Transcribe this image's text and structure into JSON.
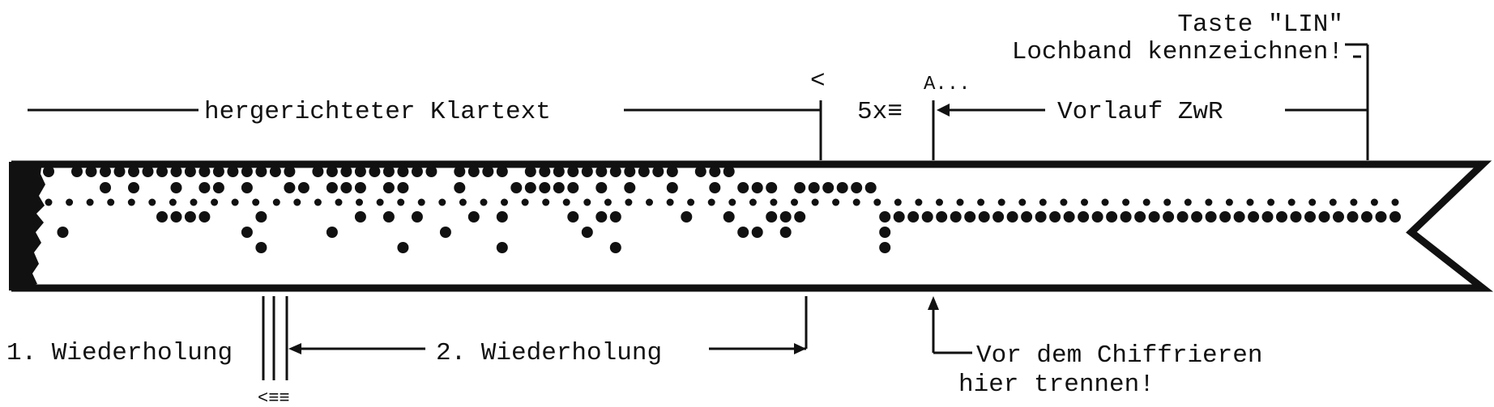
{
  "labels": {
    "taste_lin": "Taste \"LIN\"",
    "mark_tape": "Lochband kennzeichnen!",
    "plaintext": "hergerichteter Klartext",
    "lt_symbol": "<",
    "a_symbol": "A...",
    "five_x": "5x≡",
    "leader": "Vorlauf ZwR",
    "repeat_1": "1. Wiederholung",
    "repeat_2": "2. Wiederholung",
    "cut_line1": "Vor dem Chiffrieren",
    "cut_line2": "hier trennen!",
    "separator_symbol": "<≡≡"
  },
  "tape": {
    "channels": 5,
    "sprocket_holes": 66,
    "columns": [
      "0",
      "3",
      "0",
      "0",
      "01",
      "0",
      "01",
      "0",
      "02",
      "012",
      "02",
      "012",
      "01",
      "0",
      "013",
      "024",
      "0",
      "01",
      "1",
      "0",
      "013",
      "01",
      "012",
      "0",
      "012",
      "014",
      "02",
      "0",
      "3",
      "01",
      "02",
      "0",
      "024",
      "1",
      "01",
      "01",
      "01",
      "012",
      "03",
      "012",
      "024",
      "01",
      "0",
      "0",
      "01",
      "2",
      "0",
      "01",
      "02",
      "13",
      "13",
      "12",
      "23",
      "12",
      "1",
      "1",
      "1",
      "1",
      "1",
      "234",
      "2",
      "2",
      "2",
      "2",
      "2",
      "2",
      "2",
      "2",
      "2",
      "2",
      "2",
      "2",
      "2",
      "2",
      "2",
      "2",
      "2",
      "2",
      "2",
      "2",
      "2",
      "2",
      "2",
      "2",
      "2",
      "2",
      "2",
      "2",
      "2",
      "2",
      "2",
      "2",
      "2",
      "2",
      "2",
      "2"
    ]
  }
}
